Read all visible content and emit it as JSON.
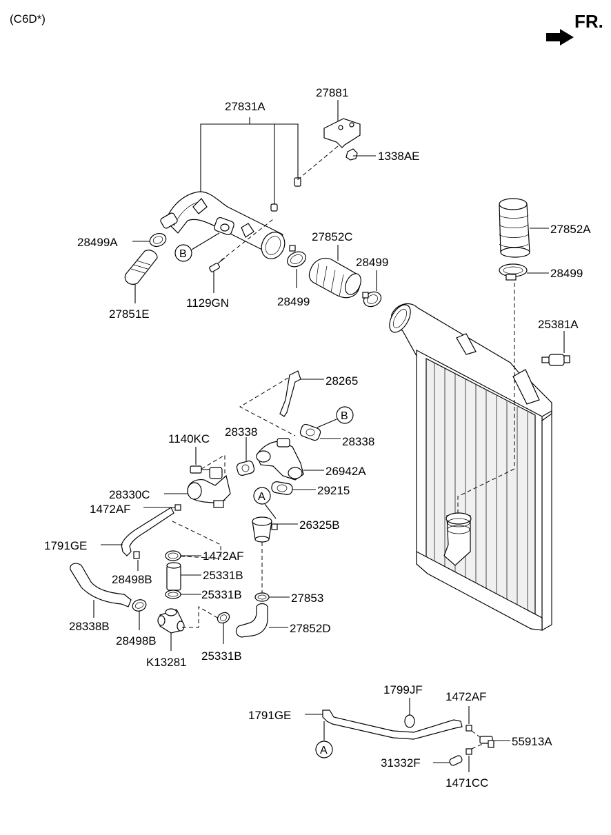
{
  "header": {
    "variant_code": "(C6D*)",
    "direction_label": "FR."
  },
  "callouts": {
    "B_top": "B",
    "B_mid": "B",
    "A_mid": "A",
    "A_bottom": "A"
  },
  "parts": [
    {
      "id": "p27831A",
      "label": "27831A"
    },
    {
      "id": "p27881",
      "label": "27881"
    },
    {
      "id": "p1338AE",
      "label": "1338AE"
    },
    {
      "id": "p28499A",
      "label": "28499A"
    },
    {
      "id": "p27852C",
      "label": "27852C"
    },
    {
      "id": "p28499a",
      "label": "28499"
    },
    {
      "id": "p28499b",
      "label": "28499"
    },
    {
      "id": "p27852A",
      "label": "27852A"
    },
    {
      "id": "p28499c",
      "label": "28499"
    },
    {
      "id": "p1129GN",
      "label": "1129GN"
    },
    {
      "id": "p27851E",
      "label": "27851E"
    },
    {
      "id": "p25381A",
      "label": "25381A"
    },
    {
      "id": "p28265",
      "label": "28265"
    },
    {
      "id": "p28338a",
      "label": "28338"
    },
    {
      "id": "p28338b",
      "label": "28338"
    },
    {
      "id": "p1140KC",
      "label": "1140KC"
    },
    {
      "id": "p26942A",
      "label": "26942A"
    },
    {
      "id": "p28330C",
      "label": "28330C"
    },
    {
      "id": "p29215",
      "label": "29215"
    },
    {
      "id": "p1472AFa",
      "label": "1472AF"
    },
    {
      "id": "p26325B",
      "label": "26325B"
    },
    {
      "id": "p1791GEa",
      "label": "1791GE"
    },
    {
      "id": "p28498Ba",
      "label": "28498B"
    },
    {
      "id": "p1472AFb",
      "label": "1472AF"
    },
    {
      "id": "p27853",
      "label": "27853"
    },
    {
      "id": "p25331Ba",
      "label": "25331B"
    },
    {
      "id": "p25331Bb",
      "label": "25331B"
    },
    {
      "id": "p28338B",
      "label": "28338B"
    },
    {
      "id": "p27852D",
      "label": "27852D"
    },
    {
      "id": "p28498Bb",
      "label": "28498B"
    },
    {
      "id": "pK13281",
      "label": "K13281"
    },
    {
      "id": "p25331Bc",
      "label": "25331B"
    },
    {
      "id": "p1799JF",
      "label": "1799JF"
    },
    {
      "id": "p1472AFc",
      "label": "1472AF"
    },
    {
      "id": "p1791GEb",
      "label": "1791GE"
    },
    {
      "id": "p55913A",
      "label": "55913A"
    },
    {
      "id": "p31332F",
      "label": "31332F"
    },
    {
      "id": "p1471CC",
      "label": "1471CC"
    }
  ]
}
